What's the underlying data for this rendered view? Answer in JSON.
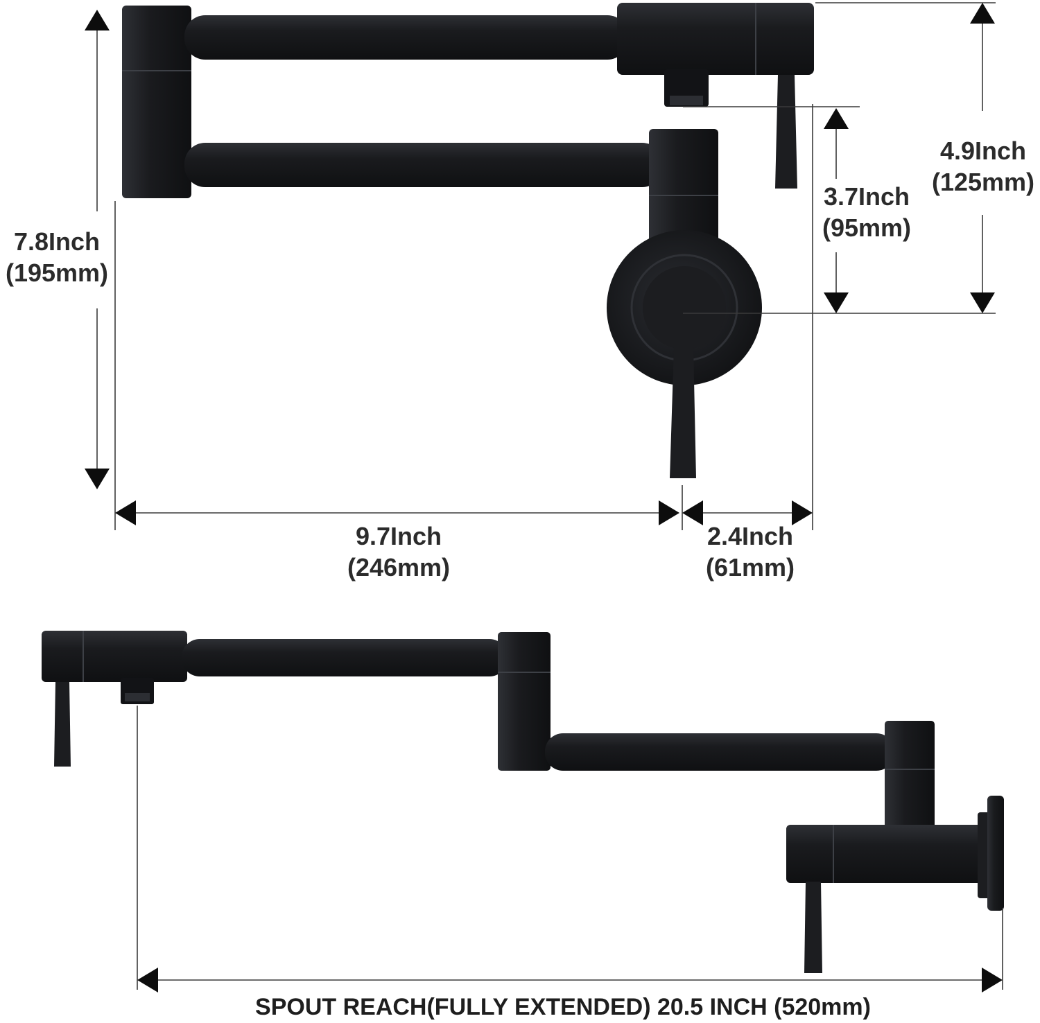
{
  "colors": {
    "background": "#ffffff",
    "faucet_finish": "#1c1d20",
    "dimension_lines": "#3a3a3a",
    "arrows": "#0d0d0d",
    "text": "#2b2b2b"
  },
  "top_view": {
    "height_total": {
      "inch": "7.8Inch",
      "mm": "(195mm)"
    },
    "width_folded": {
      "inch": "9.7Inch",
      "mm": "(246mm)"
    },
    "offset_width": {
      "inch": "2.4Inch",
      "mm": "(61mm)"
    },
    "inlet_to_spout": {
      "inch": "3.7Inch",
      "mm": "(95mm)"
    },
    "inlet_to_top": {
      "inch": "4.9Inch",
      "mm": "(125mm)"
    }
  },
  "bottom_view": {
    "spout_reach": "SPOUT REACH(FULLY EXTENDED) 20.5 INCH (520mm)"
  }
}
